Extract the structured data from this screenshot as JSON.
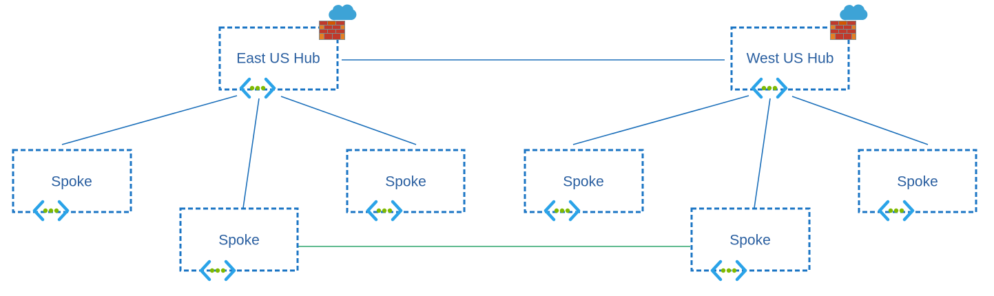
{
  "colors": {
    "box_border": "#1b75c4",
    "label": "#2a5fa0",
    "hub_link": "#1b6fba",
    "spoke_peering_link": "#2aa36a",
    "vnet_icon_bracket": "#2aa3e8",
    "vnet_icon_dots": "#7fba00",
    "firewall_brick": "#c0392b",
    "cloud": "#3da3d6"
  },
  "nodes": {
    "east_hub": {
      "label": "East US Hub",
      "icons": [
        "vnet-icon",
        "firewall-cloud-icon"
      ]
    },
    "west_hub": {
      "label": "West US Hub",
      "icons": [
        "vnet-icon",
        "firewall-cloud-icon"
      ]
    },
    "spoke_1": {
      "label": "Spoke",
      "icons": [
        "vnet-icon"
      ]
    },
    "spoke_2": {
      "label": "Spoke",
      "icons": [
        "vnet-icon"
      ]
    },
    "spoke_3": {
      "label": "Spoke",
      "icons": [
        "vnet-icon"
      ]
    },
    "spoke_4": {
      "label": "Spoke",
      "icons": [
        "vnet-icon"
      ]
    },
    "spoke_5": {
      "label": "Spoke",
      "icons": [
        "vnet-icon"
      ]
    },
    "spoke_6": {
      "label": "Spoke",
      "icons": [
        "vnet-icon"
      ]
    }
  },
  "edges": [
    {
      "from": "east_hub",
      "to": "west_hub",
      "type": "hub-peering"
    },
    {
      "from": "east_hub",
      "to": "spoke_1",
      "type": "hub-spoke"
    },
    {
      "from": "east_hub",
      "to": "spoke_2",
      "type": "hub-spoke"
    },
    {
      "from": "east_hub",
      "to": "spoke_3",
      "type": "hub-spoke"
    },
    {
      "from": "west_hub",
      "to": "spoke_4",
      "type": "hub-spoke"
    },
    {
      "from": "west_hub",
      "to": "spoke_5",
      "type": "hub-spoke"
    },
    {
      "from": "west_hub",
      "to": "spoke_6",
      "type": "hub-spoke"
    },
    {
      "from": "spoke_2",
      "to": "spoke_5",
      "type": "spoke-peering"
    }
  ]
}
